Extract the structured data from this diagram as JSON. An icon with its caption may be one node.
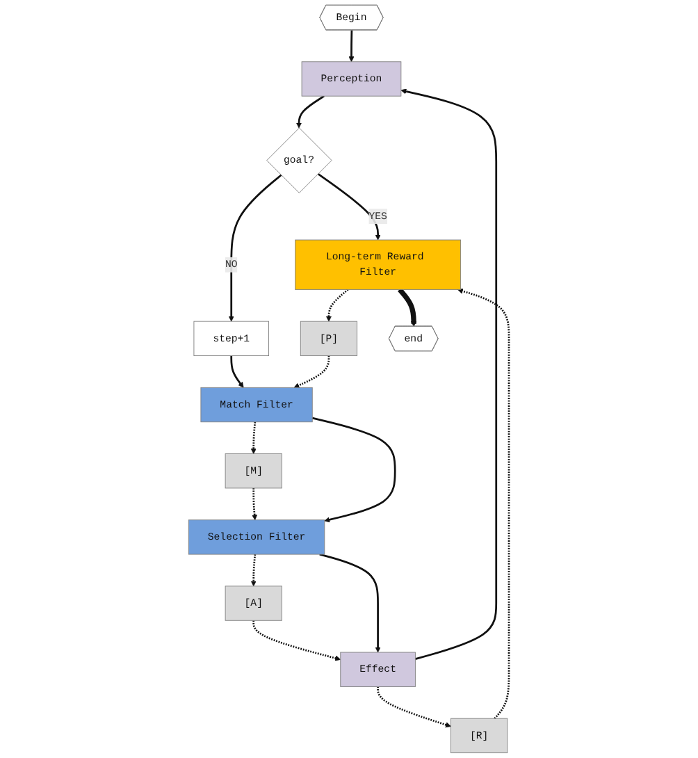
{
  "diagram": {
    "nodes": [
      {
        "text": [
          "Begin"
        ]
      },
      {
        "text": [
          "Perception"
        ]
      },
      {
        "text": [
          "goal?"
        ]
      },
      {
        "text": [
          "step+1"
        ]
      },
      {
        "text": [
          "Long-term Reward Filter"
        ]
      },
      {
        "text": [
          "[P]"
        ]
      },
      {
        "text": [
          "Match Filter"
        ]
      },
      {
        "text": [
          "[M]"
        ]
      },
      {
        "text": [
          "end"
        ]
      },
      {
        "text": [
          "Selection Filter"
        ]
      },
      {
        "text": [
          "[A]"
        ]
      },
      {
        "text": [
          "Effect"
        ]
      },
      {
        "text": [
          "[R]"
        ]
      }
    ],
    "edges": [
      {
        "from": 0,
        "to": 1,
        "arrow": "to"
      },
      {
        "from": 1,
        "to": 2,
        "arrow": "to"
      },
      {
        "from": 2,
        "to": 4,
        "arrow": "to",
        "label": "YES"
      },
      {
        "from": 2,
        "to": 3,
        "arrow": "to",
        "label": "NO"
      },
      {
        "from": 3,
        "to": 6,
        "arrow": "to"
      },
      {
        "from": 4,
        "to": 5,
        "arrow": "to",
        "style": "dashed"
      },
      {
        "from": 5,
        "to": 6,
        "arrow": "to",
        "style": "dashed"
      },
      {
        "from": 4,
        "to": 8,
        "arrow": "to",
        "style": "thick"
      },
      {
        "from": 6,
        "to": 7,
        "arrow": "to",
        "style": "dashed"
      },
      {
        "from": 7,
        "to": 9,
        "arrow": "to",
        "style": "dashed"
      },
      {
        "from": 6,
        "to": 9,
        "arrow": "to"
      },
      {
        "from": 9,
        "to": 10,
        "arrow": "to",
        "style": "dashed"
      },
      {
        "from": 10,
        "to": 11,
        "arrow": "to",
        "style": "dashed"
      },
      {
        "from": 9,
        "to": 11,
        "arrow": "to"
      },
      {
        "from": 11,
        "to": 12,
        "arrow": "to",
        "style": "dashed"
      },
      {
        "from": 12,
        "to": 4,
        "arrow": "to",
        "style": "dashed"
      },
      {
        "from": 11,
        "to": 1,
        "arrow": "to"
      }
    ]
  }
}
